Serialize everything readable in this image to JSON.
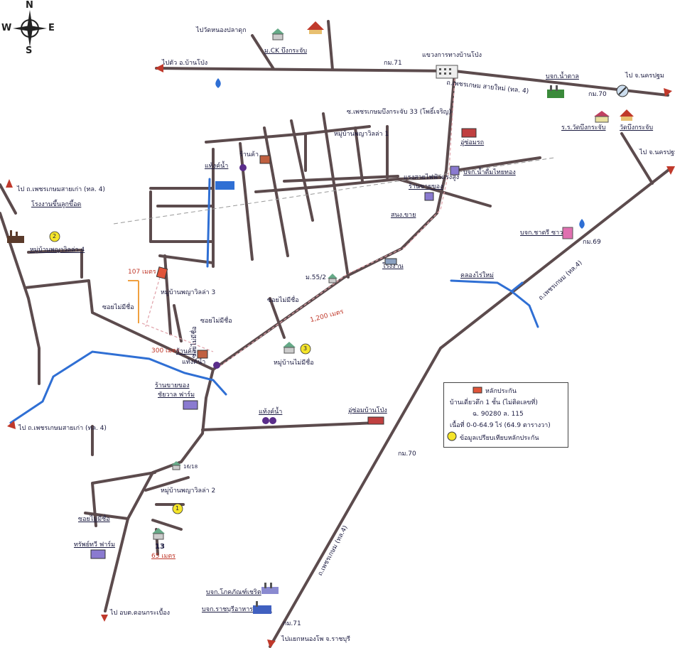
{
  "compass": {
    "n": "N",
    "s": "S",
    "e": "E",
    "w": "W"
  },
  "labels": {
    "to_wat_nong_pla_duk": "ไปวัดหนองปลาดุก",
    "ck_village": "ม.CK บึงกระจับ",
    "to_ban_pong": "ไปตัว อ.บ้านโป่ง",
    "km71": "กม.71",
    "highway_district": "แขวงการทางบ้านโป่ง",
    "phetkasem_road": "ถ.เพชรเกษม สายใหม่ (ทล. 4)",
    "mitrphol": "บจก.น้ำตาล",
    "km70_top": "กม.70",
    "to_nakhon_pathom": "ไป จ.นครปฐม",
    "soi_bueng": "ซ.เพชรเกษมบึงกระจับ 33 (โพธิ์เจริญ)",
    "garage": "อู่ซ่อมรถ",
    "school": "ร.ร.วัดบึงกระจับ",
    "wat": "วัดบึงกระจับ",
    "to_nakhon_pathom_2": "ไป จ.นครปฐม",
    "village_villa1": "หมู่บ้านพญาวิลล่า 1",
    "shop_top": "ร้านค้า",
    "water_tank_top": "แท้งค์น้ำ",
    "power_line": "แรงสายไฟฟ้าแรงสูง",
    "grocery_top": "บจก.น้ำดื่มไทยทอง",
    "to_phetkasem_old": "ไป ถ.เพชรเกษมสายเก่า (ทล. 4)",
    "factory_mill": "โรงงานขึ้นลูกขึ้อด",
    "village_villa4": "หมู่บ้านพญาวิลล่า 4",
    "shop_sell": "ร้านขายของ",
    "sub_office": "สนง.ขาย",
    "chao_mall": "บจก.ชาตรี ซาวด์",
    "km69": "กม.69",
    "factory": "โรงงาน",
    "canal": "คลองไร่ใหม่",
    "phetkasem_road_2": "ถ.เพชรเกษม (ทล.4)",
    "m55_2": "ม.55/2",
    "dist107": "107 เมตร",
    "village_villa3": "หมู่บ้านพญาวิลล่า 3",
    "soi_no_name1": "ซอยไม่มีชื่อ",
    "soi_no_name2": "ซอยไม่มีชื่อ",
    "soi_no_name3": "ซอยไม่มีชื่อ",
    "soi_no_name4": "ซอยไม่มีชื่อ",
    "dist1200": "1,200 เมตร",
    "dist300": "300 เมตร",
    "shop_mid": "ร้านค้า",
    "water_tank_mid": "แท้งค์น้ำ",
    "village_noname": "หมู่บ้านไม่มีชื่อ",
    "shop_farm": "ร้านขายของ",
    "farm_name": "ชัยวาล ฟาร์ม",
    "to_phetkasem_old_2": "ไป ถ.เพชรเกษมสายเก่า (ทล. 4)",
    "water_tank_low": "แท้งค์น้ำ",
    "garage_low": "อู่ซ่อมบ้านโป่ง",
    "km70_low": "กม.70",
    "house_1678": "16/18",
    "village_villa2": "หมู่บ้านพญาวิลล่า 2",
    "soi_no_name5": "ซอยไม่มีชื่อ",
    "farm_low": "ทรัพย์ทวี ฟาร์ม",
    "one_three": "13",
    "dist65": "65 เมตร",
    "phetkasem_road_3": "ถ.เพชรเกษม (ทล.4)",
    "cp_food": "บจก.โภคภัณฑ์เชริต",
    "cpf": "บจก.ราชบุรีอาหาร (CPF)",
    "km71_low": "กม.71",
    "to_ratchaburi": "ไปแยกหนองโพ จ.ราชบุรี",
    "to_lob_buri": "ไป อบต.ดอนกระเบื้อง"
  },
  "legend": {
    "l1": "หลักประกัน",
    "l2": "บ้านเดี่ยวตึก 1 ชั้น (ไม่ติดเลขที่)",
    "l3": "ฉ. 90280 ล. 115",
    "l4": "เนื้อที่  0-0-64.9 ไร่ (64.9 ตารางวา)",
    "l5": "ข้อมูลเปรียบเทียบหลักประกัน"
  },
  "markers": {
    "m1": "1",
    "m2": "2",
    "m3": "3"
  },
  "colors": {
    "road": "#5c4b4d",
    "water": "#2f6fd4",
    "route": "#e0a0a8",
    "subject": "#e0553a",
    "marker": "#f5e52a"
  }
}
